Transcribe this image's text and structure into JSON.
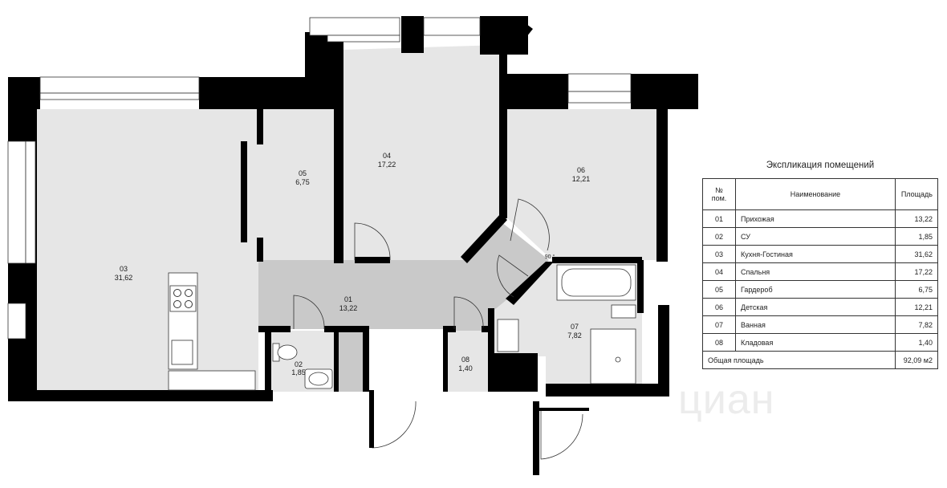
{
  "plan": {
    "rooms": [
      {
        "num": "01",
        "area": "13,22"
      },
      {
        "num": "02",
        "area": "1,85"
      },
      {
        "num": "03",
        "area": "31,62"
      },
      {
        "num": "04",
        "area": "17,22"
      },
      {
        "num": "05",
        "area": "6,75"
      },
      {
        "num": "06",
        "area": "12,21"
      },
      {
        "num": "07",
        "area": "7,82"
      },
      {
        "num": "08",
        "area": "1,40"
      }
    ],
    "door_angle": "90 °"
  },
  "table": {
    "title": "Экспликация помещений",
    "headers": {
      "num": "№ пом.",
      "name": "Наименование",
      "area": "Площадь"
    },
    "rows": [
      {
        "num": "01",
        "name": "Прихожая",
        "area": "13,22"
      },
      {
        "num": "02",
        "name": "СУ",
        "area": "1,85"
      },
      {
        "num": "03",
        "name": "Кухня-Гостиная",
        "area": "31,62"
      },
      {
        "num": "04",
        "name": "Спальня",
        "area": "17,22"
      },
      {
        "num": "05",
        "name": "Гардероб",
        "area": "6,75"
      },
      {
        "num": "06",
        "name": "Детская",
        "area": "12,21"
      },
      {
        "num": "07",
        "name": "Ванная",
        "area": "7,82"
      },
      {
        "num": "08",
        "name": "Кладовая",
        "area": "1,40"
      }
    ],
    "total_label": "Общая площадь",
    "total_value": "92,09 м2"
  },
  "watermark": "циан",
  "colors": {
    "wall": "#000000",
    "room_fill": "#e6e6e6",
    "hall_fill": "#c9c9c9",
    "stroke": "#333333"
  }
}
